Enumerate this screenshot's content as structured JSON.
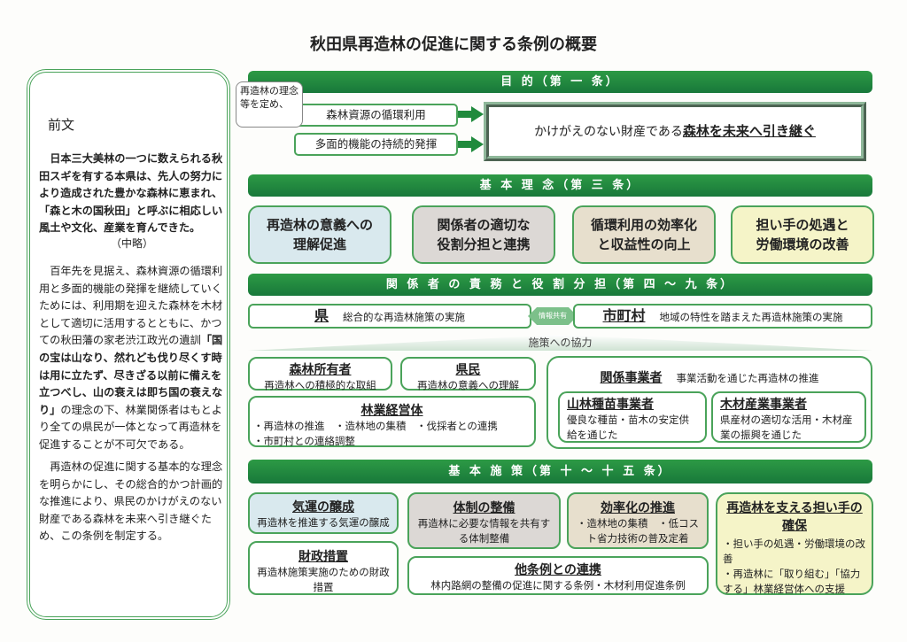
{
  "title": "秋田県再造林の促進に関する条例の概要",
  "preamble": {
    "heading": "前文",
    "p1": "日本三大美林の一つに数えられる秋田スギを有する本県は、先人の努力により造成された豊かな森林に恵まれ、「森と木の国秋田」と呼ぶに相応しい風土や文化、産業を育んできた。",
    "omitted": "（中略）",
    "p2a": "百年先を見据え、森林資源の循環利用と多面的機能の発揮を継続していくためには、利用期を迎えた森林を木材として適切に活用するとともに、かつての秋田藩の家老渋江政光の遺訓",
    "p2b": "「国の宝は山なり、然れども伐り尽くす時は用に立たず、尽きざる以前に備えを立つべし、山の衰えは即ち国の衰えなり」",
    "p2c": "の理念の下、林業関係者はもとより全ての県民が一体となって再造林を促進することが不可欠である。",
    "p3": "再造林の促進に関する基本的な理念を明らかにし、その総合的かつ計画的な推進により、県民のかけがえのない財産である森林を未来へ引き継ぐため、この条例を制定する。"
  },
  "purpose": {
    "bar": "目 的（第 一 条）",
    "callout": "再造林の理念等を定め、",
    "item1": "森林資源の循環利用",
    "item2": "多面的機能の持続的発揮",
    "goal_plain": "かけがえのない財産である",
    "goal_bold": "森林を未来へ引き継ぐ"
  },
  "principles": {
    "bar": "基 本 理 念（第 三 条）",
    "items": [
      {
        "l1": "再造林の意義への",
        "l2": "理解促進",
        "color": "#d9e9ee"
      },
      {
        "l1": "関係者の適切な",
        "l2": "役割分担と連携",
        "color": "#dcd8d5"
      },
      {
        "l1": "循環利用の効率化",
        "l2": "と収益性の向上",
        "color": "#e7dfcd"
      },
      {
        "l1": "担い手の処遇と",
        "l2": "労働環境の改善",
        "color": "#f5f4c8"
      }
    ]
  },
  "roles": {
    "bar": "関 係 者 の 責 務 と 役 割 分 担（第 四 ～ 九 条）",
    "pref": {
      "name": "県",
      "desc": "総合的な再造林施策の実施"
    },
    "info_share": "情報共有",
    "muni": {
      "name": "市町村",
      "desc": "地域の特性を踏まえた再造林施策の実施"
    },
    "coop": "施策への協力",
    "owner": {
      "name": "森林所有者",
      "desc": "再造林への積極的な取組"
    },
    "citizen": {
      "name": "県民",
      "desc": "再造林の意義への理解"
    },
    "forestry": {
      "name": "林業経営体",
      "l1": "・再造林の推進　・造林地の集積　・伐採者との連携",
      "l2": "・市町村との連絡調整"
    },
    "business": {
      "name": "関係事業者",
      "desc": "事業活動を通じた再造林の推進",
      "seed": {
        "name": "山林種苗事業者",
        "desc": "優良な種苗・苗木の安定供給を通じた"
      },
      "timber": {
        "name": "木材産業事業者",
        "desc": "県産材の適切な活用・木材産業の振興を通じた"
      }
    }
  },
  "measures": {
    "bar": "基 本 施 策（第 十 ～ 十 五 条）",
    "m1": {
      "name": "気運の醸成",
      "desc": "再造林を推進する気運の醸成"
    },
    "m2": {
      "name": "体制の整備",
      "desc": "再造林に必要な情報を共有する体制整備"
    },
    "m3": {
      "name": "効率化の推進",
      "desc": "・造林地の集積　・低コスト省力技術の普及定着"
    },
    "m4": {
      "name": "再造林を支える担い手の確保",
      "d1": "・担い手の処遇・労働環境の改善",
      "d2": "・再造林に「取り組む」「協力する」林業経営体への支援"
    },
    "m5": {
      "name": "財政措置",
      "desc": "再造林施策実施のための財政措置"
    },
    "m6": {
      "name": "他条例との連携",
      "desc": "林内路網の整備の促進に関する条例・木材利用促進条例"
    }
  }
}
